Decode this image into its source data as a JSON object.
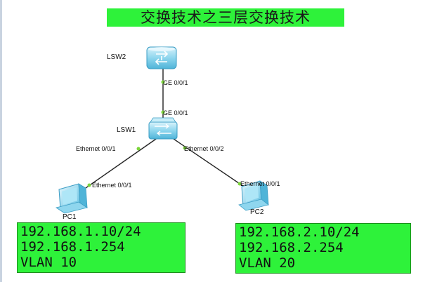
{
  "title": "交换技术之三层交换技术",
  "devices": {
    "lsw2": "LSW2",
    "lsw1": "LSW1",
    "pc1": "PC1",
    "pc2": "PC2"
  },
  "ports": {
    "lsw2_down": "GE 0/0/1",
    "lsw1_up": "GE 0/0/1",
    "lsw1_left": "Ethernet 0/0/1",
    "lsw1_right": "Ethernet 0/0/2",
    "pc1_port": "Ethernet 0/0/1",
    "pc2_port": "Ethernet 0/0/1"
  },
  "pc1_info": {
    "ip": "192.168.1.10/24",
    "gateway": "192.168.1.254",
    "vlan": "VLAN 10"
  },
  "pc2_info": {
    "ip": "192.168.2.10/24",
    "gateway": "192.168.2.254",
    "vlan": "VLAN 20"
  },
  "colors": {
    "highlight": "#2ef23a",
    "link": "#222222",
    "port_dot": "#7bd43a",
    "device_blue": "#7fd3ec"
  }
}
